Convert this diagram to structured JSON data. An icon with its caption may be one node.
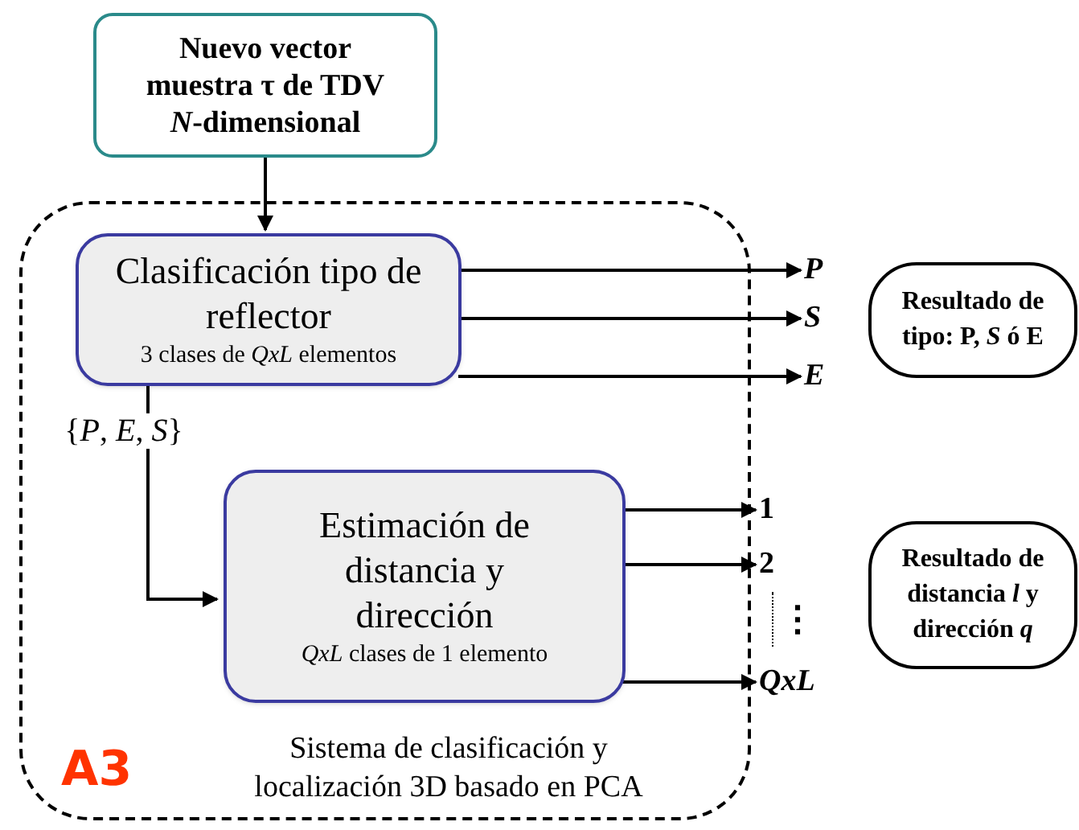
{
  "diagram": {
    "nodes": [
      {
        "text": [
          "Nuevo vector muestra τ de TDV *N*-dimensional"
        ]
      },
      {
        "text": [
          "Sistema de clasificación y localización 3D basado en PCA"
        ]
      },
      {
        "text": [
          "Clasificación tipo de reflector",
          "3 clases de *QxL* elementos"
        ],
        "in": 1
      },
      {
        "text": [
          "Estimación de distancia y dirección",
          "*QxL* clases de 1 elemento"
        ],
        "in": 1
      },
      {
        "text": [
          "*P*"
        ]
      },
      {
        "text": [
          "*S*"
        ]
      },
      {
        "text": [
          "*E*"
        ]
      },
      {
        "text": [
          "1"
        ]
      },
      {
        "text": [
          "2"
        ]
      },
      {
        "text": [
          "*QxL*"
        ]
      },
      {
        "text": [
          "Resultado de tipo: P, *S* ó E"
        ]
      },
      {
        "text": [
          "Resultado de distancia *l* y dirección *q*"
        ]
      }
    ],
    "edges": [
      {
        "from": 0,
        "to": 2,
        "arrow": "to"
      },
      {
        "from": 2,
        "to": 4,
        "arrow": "to"
      },
      {
        "from": 2,
        "to": 5,
        "arrow": "to"
      },
      {
        "from": 2,
        "to": 6,
        "arrow": "to"
      },
      {
        "from": 2,
        "to": 3,
        "arrow": "to",
        "label": "{*P*, *E*, *S*}"
      },
      {
        "from": 3,
        "to": 7,
        "arrow": "to"
      },
      {
        "from": 3,
        "to": 8,
        "arrow": "to"
      },
      {
        "from": 3,
        "to": 9,
        "arrow": "to"
      }
    ],
    "labels": [
      "⋮",
      "A3"
    ]
  }
}
